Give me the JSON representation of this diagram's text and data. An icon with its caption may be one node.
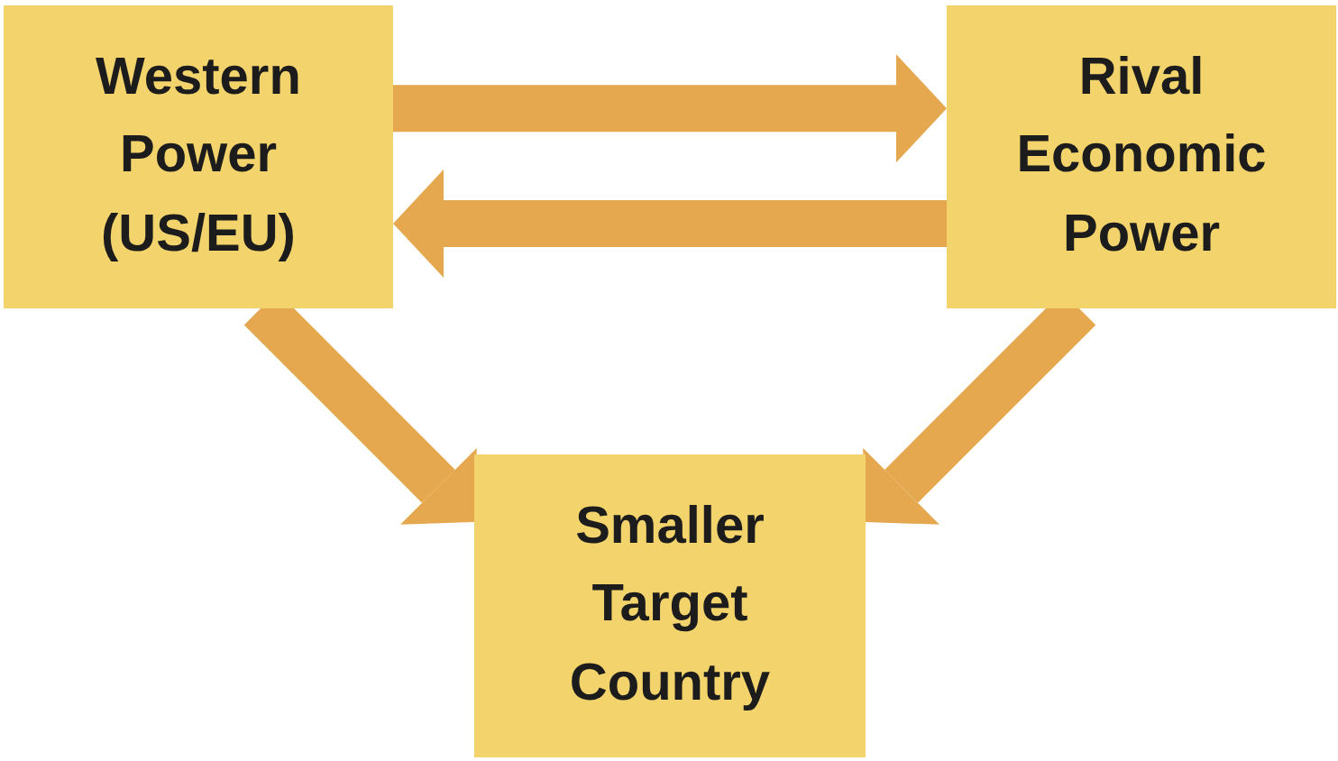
{
  "diagram": {
    "nodes": [
      {
        "text": [
          "Western Power (US/EU)"
        ]
      },
      {
        "text": [
          "Rival Economic Power"
        ]
      },
      {
        "text": [
          "Smaller Target Country"
        ]
      }
    ],
    "edges": [
      {
        "from": 0,
        "to": 1,
        "arrow": "to"
      },
      {
        "from": 1,
        "to": 0,
        "arrow": "to"
      },
      {
        "from": 0,
        "to": 2,
        "arrow": "to"
      },
      {
        "from": 1,
        "to": 2,
        "arrow": "to"
      }
    ]
  }
}
